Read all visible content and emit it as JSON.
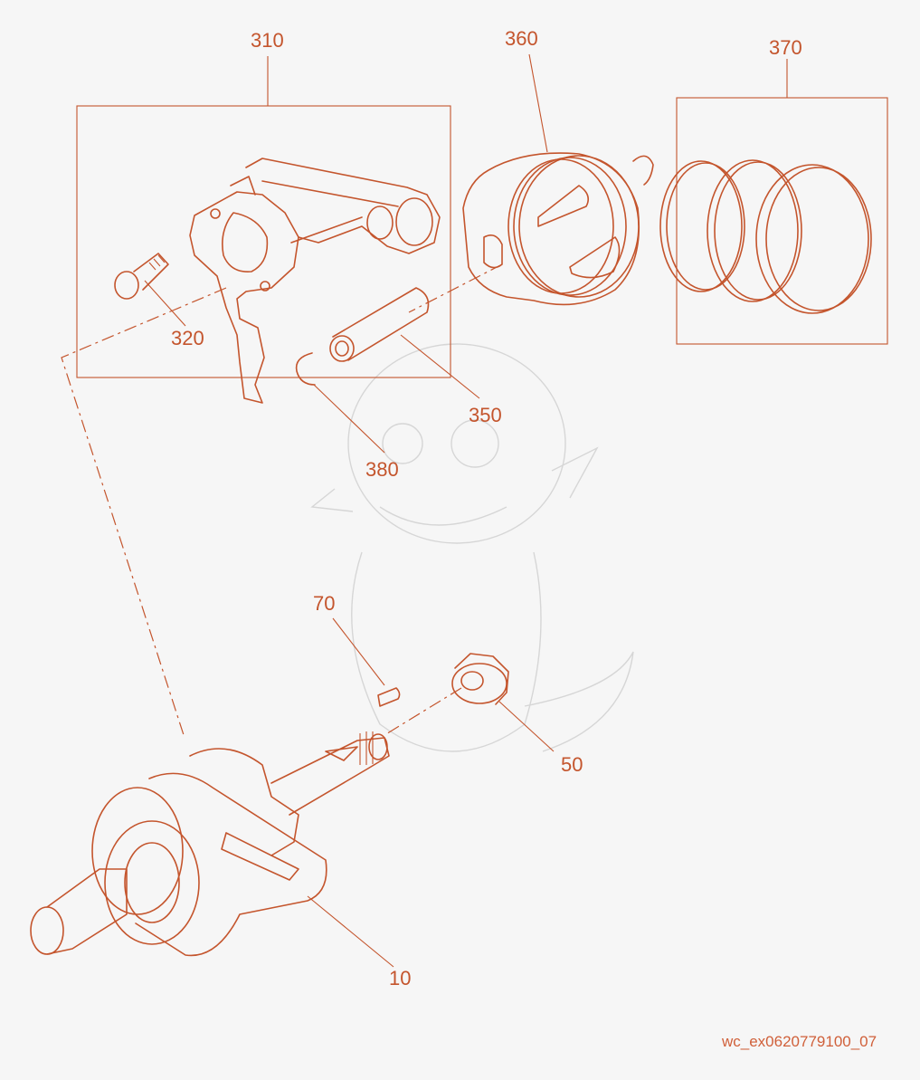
{
  "callouts": {
    "c310": "310",
    "c360": "360",
    "c370": "370",
    "c320": "320",
    "c350": "350",
    "c380": "380",
    "c70": "70",
    "c50": "50",
    "c10": "10"
  },
  "document_id": "wc_ex0620779100_07",
  "colors": {
    "line_art": "#c4552d",
    "background": "#f6f6f6",
    "watermark": "#d6d6d6"
  }
}
